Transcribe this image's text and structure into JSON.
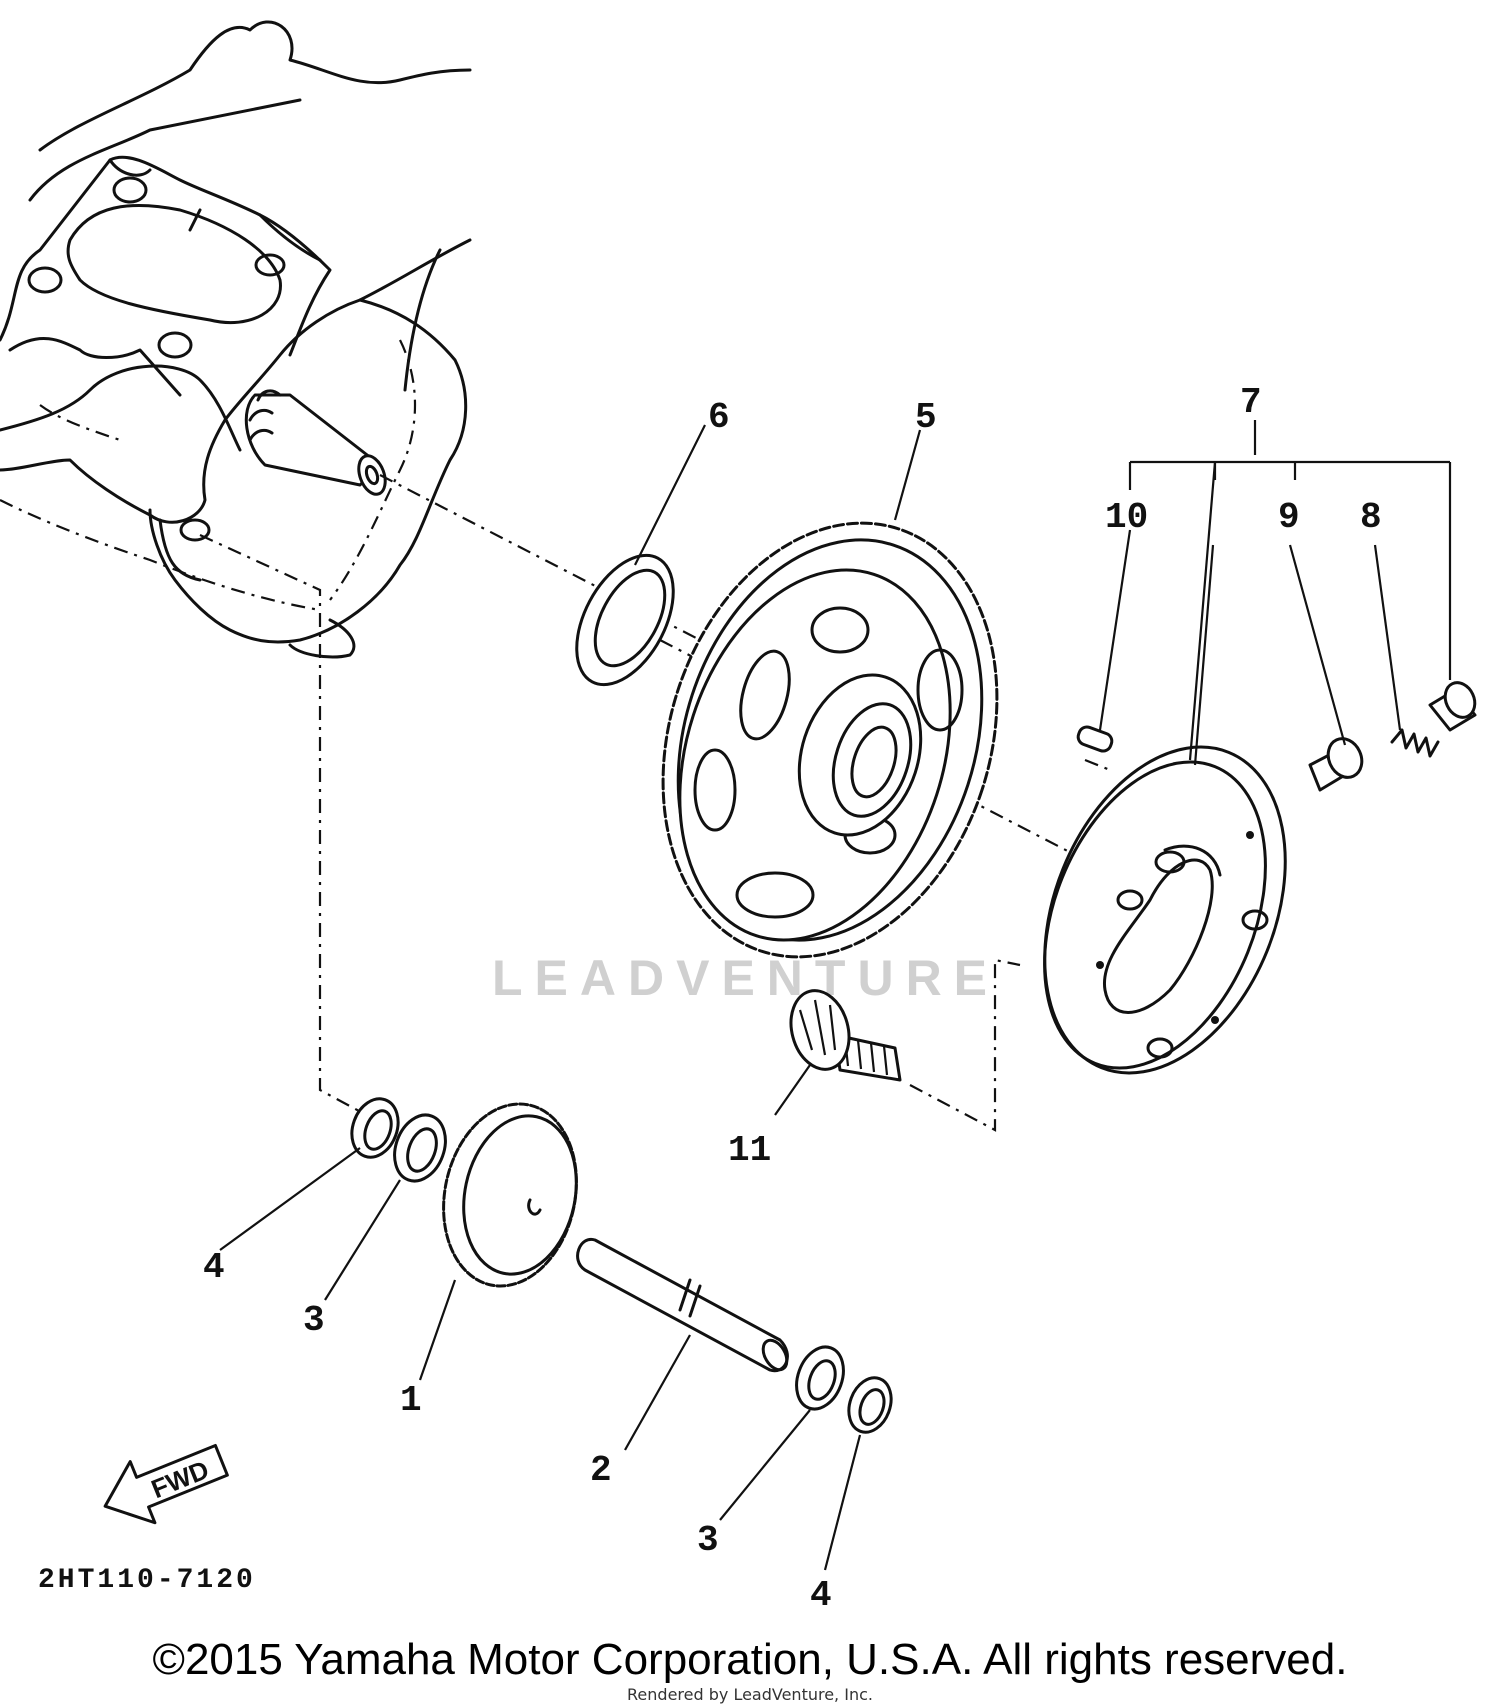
{
  "diagram": {
    "drawing_code": "2HT110-7120",
    "direction_label": "FWD",
    "watermark": "LEADVENTURE",
    "copyright": "©2015 Yamaha Motor Corporation, U.S.A. All rights reserved.",
    "rendered_by": "Rendered by LeadVenture, Inc.",
    "callouts": {
      "c1": "1",
      "c2": "2",
      "c3a": "3",
      "c3b": "3",
      "c4a": "4",
      "c4b": "4",
      "c5": "5",
      "c6": "6",
      "c7": "7",
      "c8": "8",
      "c9": "9",
      "c10": "10",
      "c11": "11"
    }
  }
}
